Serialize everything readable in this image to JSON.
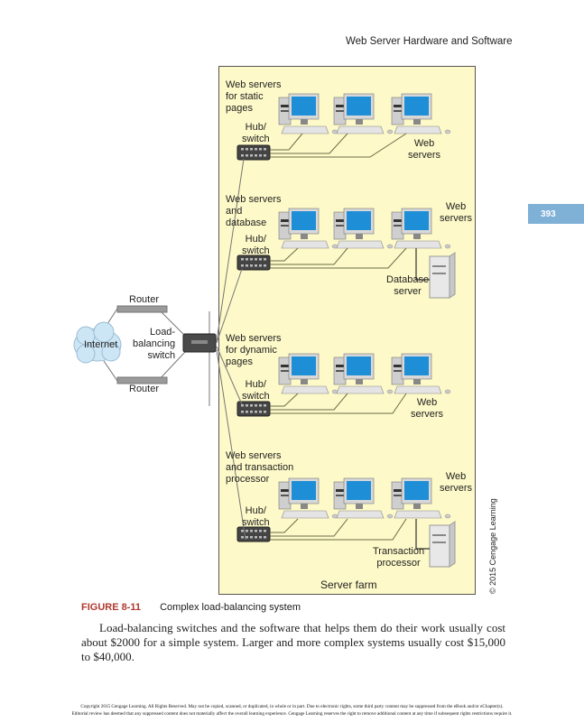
{
  "running_head": "Web Server Hardware and Software",
  "page_number": "393",
  "diagram": {
    "server_farm_label": "Server farm",
    "internet_label": "Internet",
    "router_top_label": "Router",
    "router_bottom_label": "Router",
    "load_balancer_label": "Load-\nbalancing\nswitch",
    "groups": [
      {
        "title": "Web servers\nfor static\npages",
        "hub_label": "Hub/\nswitch",
        "servers_label": "Web\nservers"
      },
      {
        "title": "Web servers\nand\ndatabase",
        "hub_label": "Hub/\nswitch",
        "servers_label": "Web\nservers",
        "extra_label": "Database\nserver"
      },
      {
        "title": "Web servers\nfor dynamic\npages",
        "hub_label": "Hub/\nswitch",
        "servers_label": "Web\nservers"
      },
      {
        "title": "Web servers\nand transaction\nprocessor",
        "hub_label": "Hub/\nswitch",
        "servers_label": "Web\nservers",
        "extra_label": "Transaction\nprocessor"
      }
    ],
    "credit": "© 2015 Cengage Learning"
  },
  "figure": {
    "number": "FIGURE 8-11",
    "caption": "Complex load-balancing system"
  },
  "body_paragraph": "Load-balancing switches and the software that helps them do their work usually cost about $2000 for a simple system. Larger and more complex systems usually cost $15,000 to $40,000.",
  "copyright": {
    "line1": "Copyright 2015 Cengage Learning. All Rights Reserved. May not be copied, scanned, or duplicated, in whole or in part. Due to electronic rights, some third party content may be suppressed from the eBook and/or eChapter(s).",
    "line2": "Editorial review has deemed that any suppressed content does not materially affect the overall learning experience. Cengage Learning reserves the right to remove additional content at any time if subsequent rights restrictions require it."
  }
}
